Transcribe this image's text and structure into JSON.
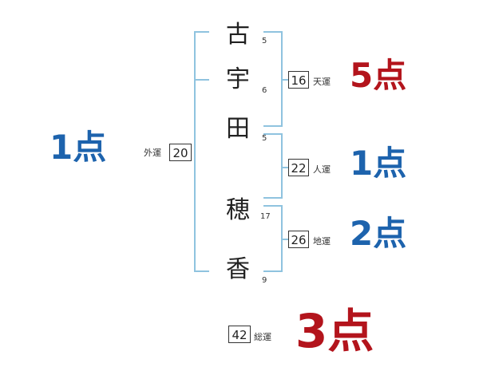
{
  "name_chars": [
    {
      "char": "古",
      "strokes": "5"
    },
    {
      "char": "宇",
      "strokes": "6"
    },
    {
      "char": "田",
      "strokes": "5"
    },
    {
      "char": "穂",
      "strokes": "17"
    },
    {
      "char": "香",
      "strokes": "9"
    }
  ],
  "fortunes": {
    "gaiun": {
      "label": "外運",
      "value": "20",
      "score": "1点"
    },
    "tenun": {
      "label": "天運",
      "value": "16",
      "score": "5点"
    },
    "jinun": {
      "label": "人運",
      "value": "22",
      "score": "1点"
    },
    "chiun": {
      "label": "地運",
      "value": "26",
      "score": "2点"
    },
    "souun": {
      "label": "総運",
      "value": "42",
      "score": "3点"
    }
  },
  "colors": {
    "bracket": "#8fc3df",
    "blue_score": "#1d63ad",
    "red_score": "#b3141c"
  }
}
